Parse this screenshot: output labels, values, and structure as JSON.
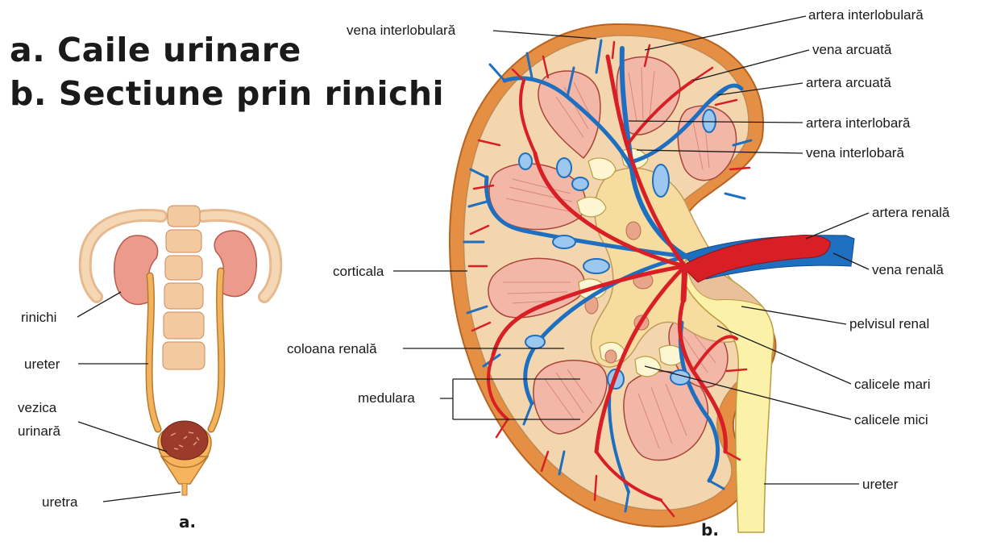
{
  "title": {
    "line_a": "a. Caile urinare",
    "line_b": "b. Sectiune prin rinichi"
  },
  "panel_labels": {
    "a": "a.",
    "b": "b."
  },
  "labels_a": {
    "rinichi": "rinichi",
    "ureter": "ureter",
    "vezica_1": "vezica",
    "vezica_2": "urinară",
    "uretra": "uretra"
  },
  "labels_b_left": {
    "vena_interlobulara": "vena interlobulară",
    "corticala": "corticala",
    "coloana_renala": "coloana renală",
    "medulara": "medulara"
  },
  "labels_b_right": {
    "artera_interlobulara": "artera interlobulară",
    "vena_arcuata": "vena arcuată",
    "artera_arcuata": "artera arcuată",
    "artera_interlobara": "artera interlobară",
    "vena_interlobara": "vena interlobară",
    "artera_renala": "artera renală",
    "vena_renala": "vena renală",
    "pelvisul_renal": "pelvisul renal",
    "calicele_mari": "calicele mari",
    "calicele_mici": "calicele mici",
    "ureter": "ureter"
  },
  "colors": {
    "artery": "#d81f26",
    "vein": "#1f6fc0",
    "capsule": "#e08a3c",
    "cortex": "#f4d6ae",
    "pyramid": "#f2b7a6",
    "ureter": "#fbf1a8",
    "bone": "#f3c9a0"
  }
}
